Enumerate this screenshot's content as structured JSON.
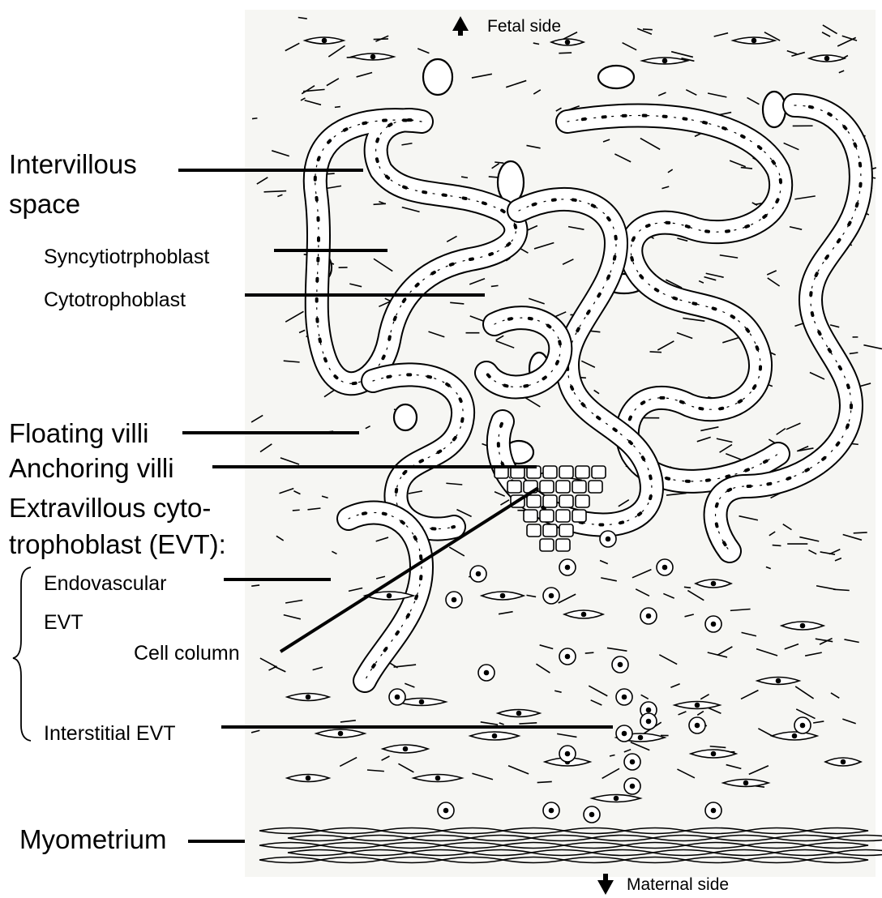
{
  "labels": {
    "fetal_side": "Fetal side",
    "maternal_side": "Maternal side",
    "intervillous_line1": "Intervillous",
    "intervillous_line2": "space",
    "syncytiotrophoblast": "Syncytiotrphoblast",
    "cytotrophoblast": "Cytotrophoblast",
    "floating_villi": "Floating villi",
    "anchoring_villi": "Anchoring villi",
    "evt_line1": "Extravillous cyto-",
    "evt_line2": "trophoblast (EVT):",
    "endovascular_line1": "Endovascular",
    "endovascular_line2": "EVT",
    "cell_column": "Cell column",
    "interstitial_evt": "Interstitial EVT",
    "myometrium": "Myometrium"
  },
  "colors": {
    "ink": "#000000",
    "panel": "#f6f6f3",
    "background": "#ffffff"
  }
}
